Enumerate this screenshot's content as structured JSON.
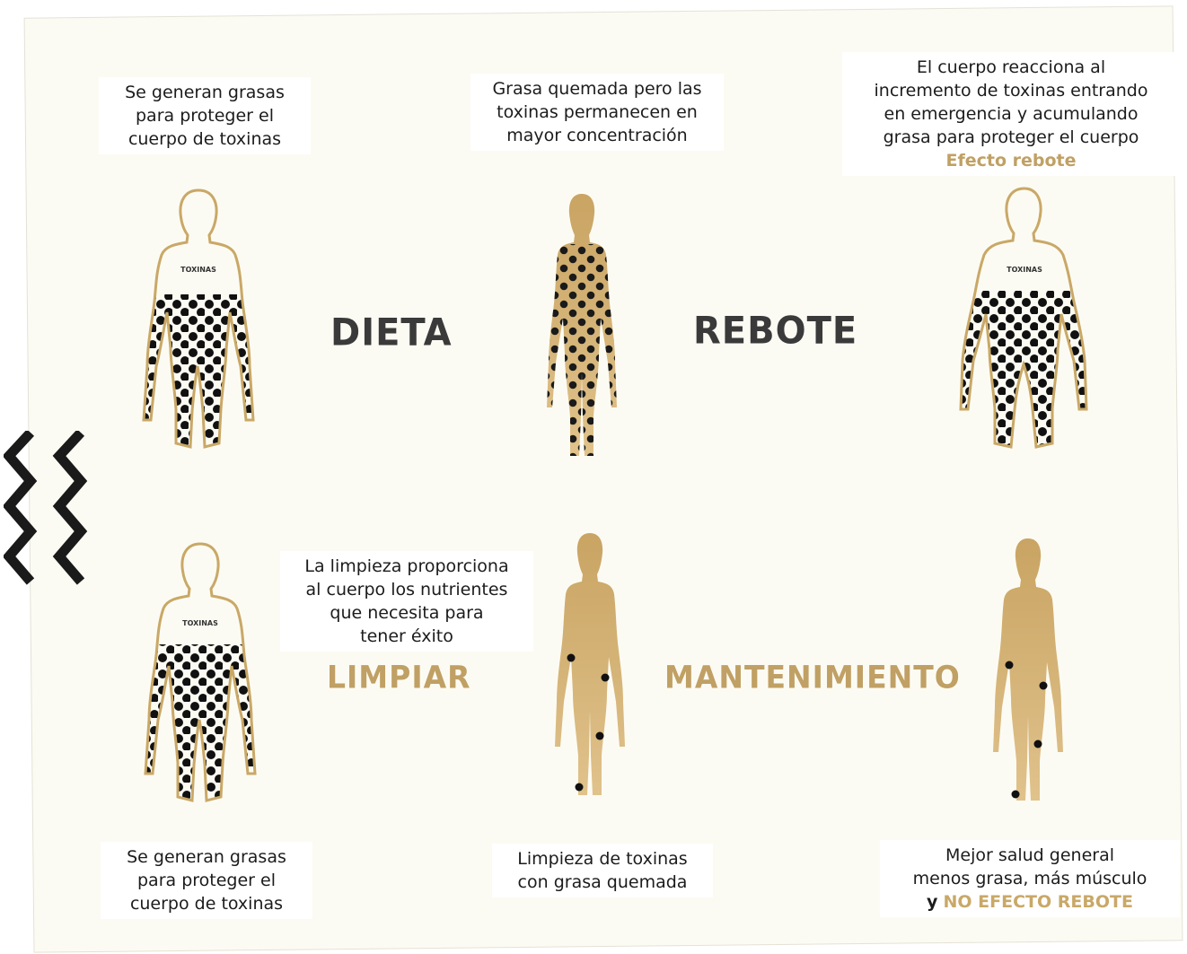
{
  "stages": {
    "dieta": "DIETA",
    "rebote": "REBOTE",
    "limpiar": "LIMPIAR",
    "mantenimiento": "MANTENIMIENTO"
  },
  "figure_label": "TOXINAS",
  "captions": {
    "top_left": [
      "Se generan grasas",
      "para proteger el",
      "cuerpo de toxinas"
    ],
    "top_center": [
      "Grasa quemada pero las",
      "toxinas permanecen en",
      "mayor concentración"
    ],
    "top_right": [
      "El cuerpo reacciona al",
      "incremento de toxinas entrando",
      "en emergencia y acumulando",
      "grasa para proteger el cuerpo"
    ],
    "top_right_accent": "Efecto rebote",
    "mid_center": [
      "La limpieza proporciona",
      "al cuerpo los nutrientes",
      "que necesita para",
      "tener éxito"
    ],
    "bottom_left": [
      "Se generan grasas",
      "para proteger el",
      "cuerpo de toxinas"
    ],
    "bottom_center": [
      "Limpieza de toxinas",
      "con grasa quemada"
    ],
    "bottom_right": [
      "Mejor salud general",
      "menos grasa, más músculo"
    ],
    "bottom_right_y": "y",
    "bottom_right_accent": "NO EFECTO REBOTE"
  },
  "colors": {
    "gold": "#c9a867",
    "gold_fill": "#d8b679",
    "dark_text": "#3a3a3a",
    "dots": "#111111",
    "zigzag": "#1a1a1a"
  },
  "icons": {
    "zigzag": "zigzag-icon",
    "outline_body": "outline-body-icon",
    "filled_body": "silhouette-body-icon"
  }
}
